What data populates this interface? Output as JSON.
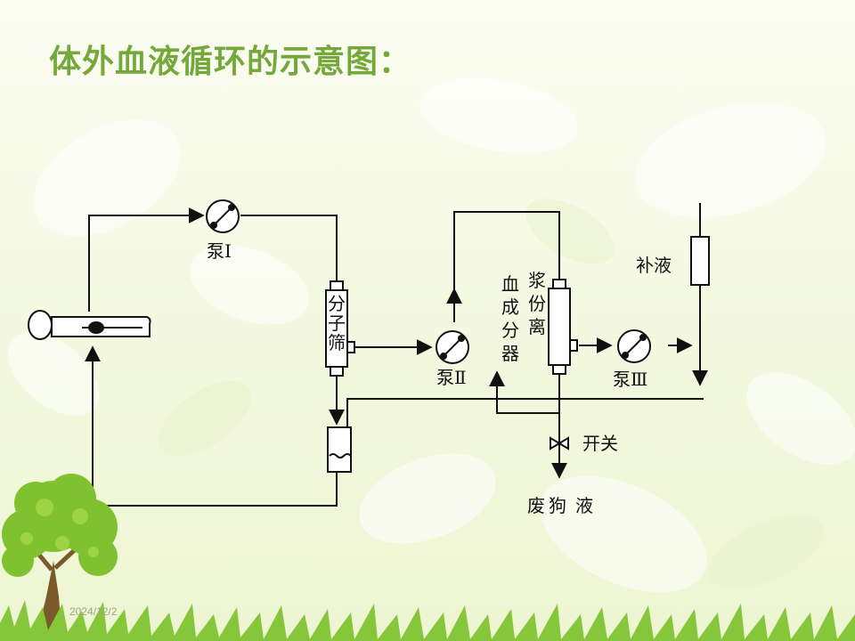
{
  "slide": {
    "title": "体外血液循环的示意图：",
    "date": "2024/12/2"
  },
  "diagram": {
    "pump1": "泵Ⅰ",
    "pump2": "泵Ⅱ",
    "pump3": "泵Ⅲ",
    "sieve": [
      "分",
      "子",
      "筛"
    ],
    "plasma_sep_left": [
      "血",
      "成",
      "分",
      "器"
    ],
    "plasma_sep_right": [
      "浆",
      "份",
      "离"
    ],
    "replenish": "补液",
    "valve": "开关",
    "waste": "废",
    "waste_hidden": "",
    "waste_liquid": "液",
    "waste_mid": "狗"
  },
  "colors": {
    "title": "#74a83a",
    "line": "#111111",
    "leaf": "#7fc12f"
  }
}
